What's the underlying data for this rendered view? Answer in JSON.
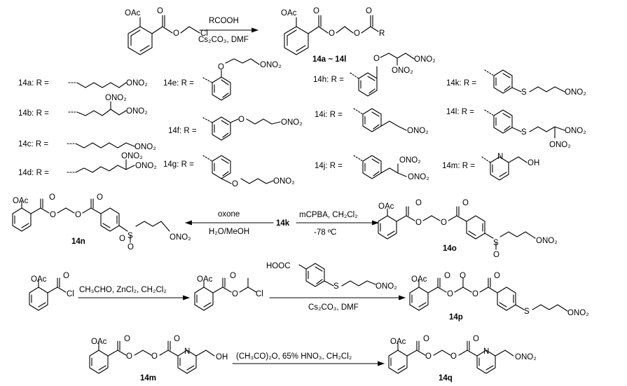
{
  "scheme1": {
    "reagent_top": "RCOOH",
    "reagent_bottom": "Cs₂CO₃, DMF",
    "product_label": "14a ~ 14l"
  },
  "groups": {
    "oac": "OAc",
    "o": "O",
    "cl": "Cl",
    "r": "R",
    "ono2": "ONO₂",
    "oh": "OH",
    "s": "S",
    "n": "N",
    "hooc": "HOOC"
  },
  "r_labels": [
    {
      "id": "14a",
      "text": "14a: R ="
    },
    {
      "id": "14b",
      "text": "14b: R ="
    },
    {
      "id": "14c",
      "text": "14c: R ="
    },
    {
      "id": "14d",
      "text": "14d: R ="
    },
    {
      "id": "14e",
      "text": "14e: R ="
    },
    {
      "id": "14f",
      "text": "14f: R ="
    },
    {
      "id": "14g",
      "text": "14g: R ="
    },
    {
      "id": "14h",
      "text": "14h: R ="
    },
    {
      "id": "14i",
      "text": "14i: R ="
    },
    {
      "id": "14j",
      "text": "14j: R ="
    },
    {
      "id": "14k",
      "text": "14k: R ="
    },
    {
      "id": "14l",
      "text": "14l: R ="
    },
    {
      "id": "14m",
      "text": "14m: R ="
    }
  ],
  "scheme2": {
    "start": "14k",
    "left_top": "oxone",
    "left_bottom": "H₂O/MeOH",
    "right_top": "mCPBA, CH₂Cl₂",
    "right_bottom": "-78 ºC",
    "left_product": "14n",
    "right_product": "14o"
  },
  "scheme3": {
    "step1": "CH₃CHO, ZnCl₂, CH₂Cl₂",
    "step2": "Cs₂CO₃, DMF",
    "product": "14p"
  },
  "scheme4": {
    "start": "14m",
    "reagent": "(CH₃CO)₂O, 65% HNO₃, CH₂Cl₂",
    "product": "14q"
  }
}
